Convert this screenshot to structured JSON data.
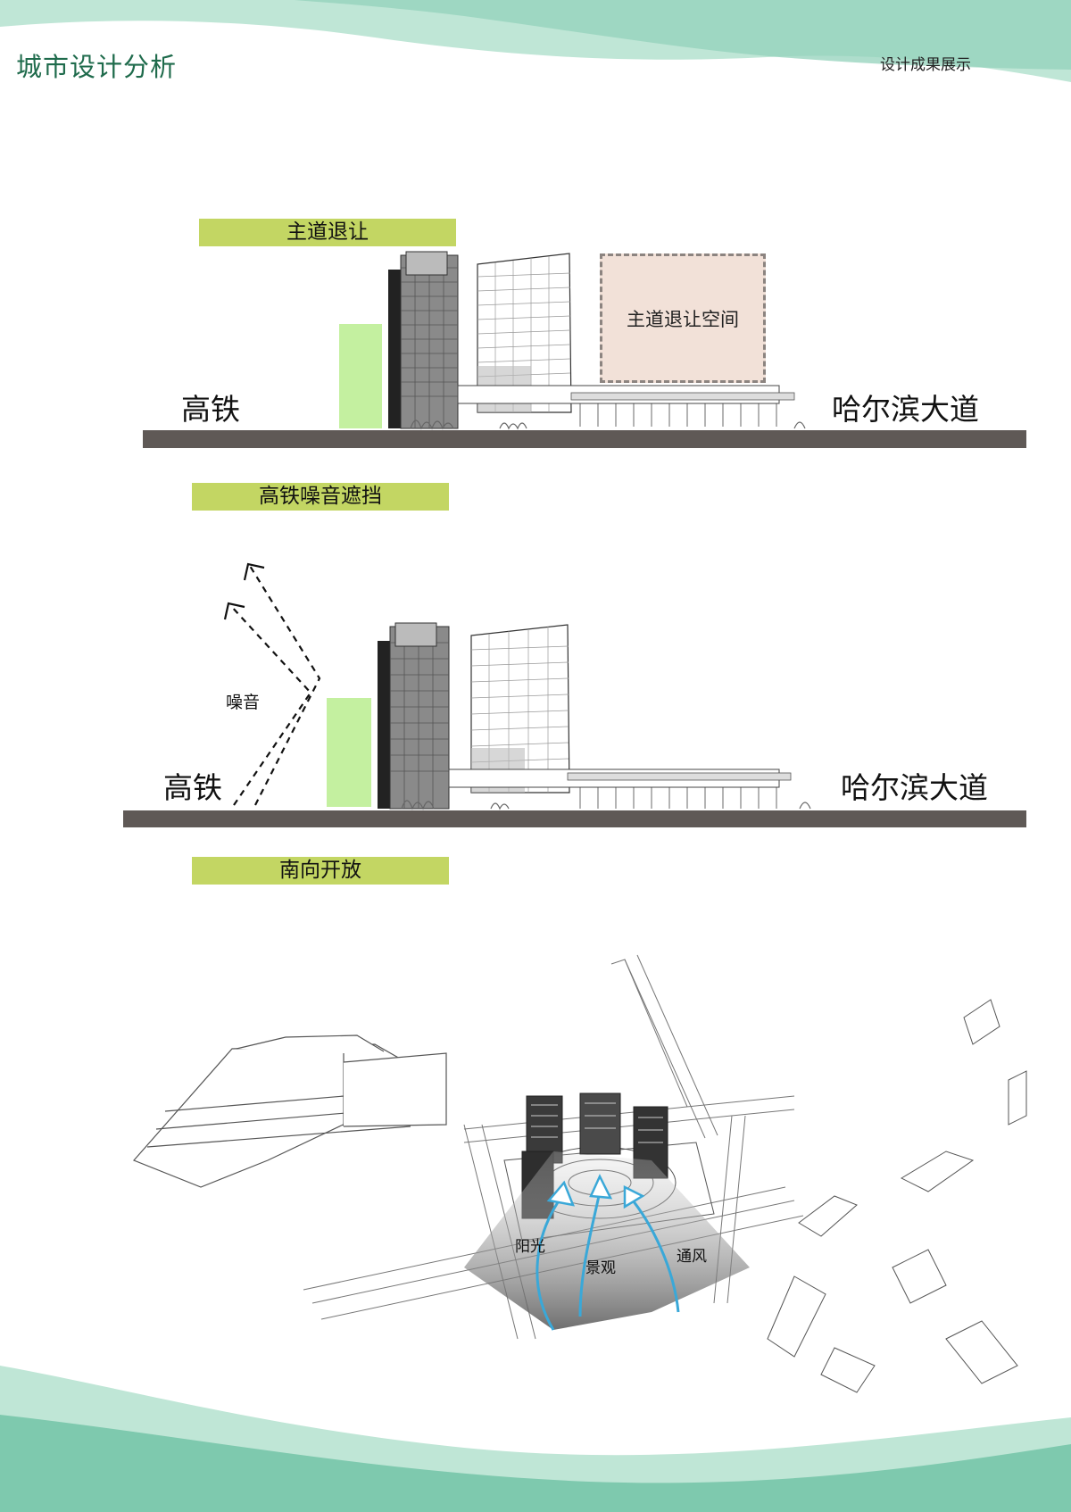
{
  "header": {
    "title": "城市设计分析",
    "subtitle": "设计成果展示"
  },
  "section1": {
    "tag": "主道退让",
    "left_label": "高铁",
    "right_label": "哈尔滨大道",
    "box_label": "主道退让空间"
  },
  "section2": {
    "tag": "高铁噪音遮挡",
    "left_label": "高铁",
    "right_label": "哈尔滨大道",
    "noise_label": "噪音"
  },
  "section3": {
    "tag": "南向开放",
    "arrow_labels": {
      "sun": "阳光",
      "view": "景观",
      "wind": "通风"
    }
  },
  "colors": {
    "title_green": "#1f6b4c",
    "tag_green": "#c3d663",
    "block_green": "#c4f0a0",
    "ground": "#5f5956",
    "retreat_fill": "#f2e1d8",
    "wave_light": "#bfe6d6",
    "wave_mid": "#93d2bb",
    "arrow_blue": "#3aa8d8"
  }
}
